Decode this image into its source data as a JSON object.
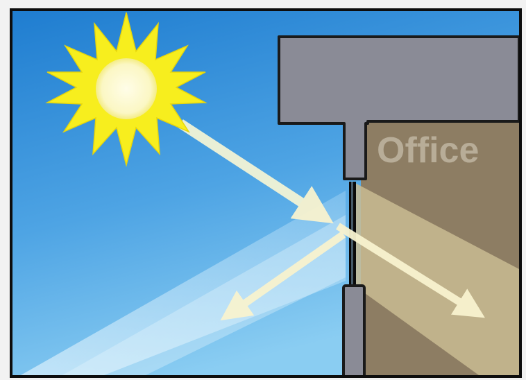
{
  "diagram": {
    "label": "Office",
    "elements": {
      "sun": "sun",
      "window_glass": "window-glass",
      "ceiling_slab": "ceiling-slab",
      "lower_wall": "lower-wall",
      "office_room": "office-room"
    }
  },
  "colors": {
    "sky_top": "#2a84d4",
    "sky_bottom": "#7ec4ef",
    "frame": "#0d0d0d",
    "building": "#8a8b96",
    "building_edge": "#1a1a1a",
    "office_wall": "#8d7d63",
    "office_text": "#b8ad98",
    "sun_rays": "#f7ee1e",
    "sun_core": "#fbf8c8",
    "light_beam": "#f2edc2",
    "arrow": "#f8f3cf"
  }
}
